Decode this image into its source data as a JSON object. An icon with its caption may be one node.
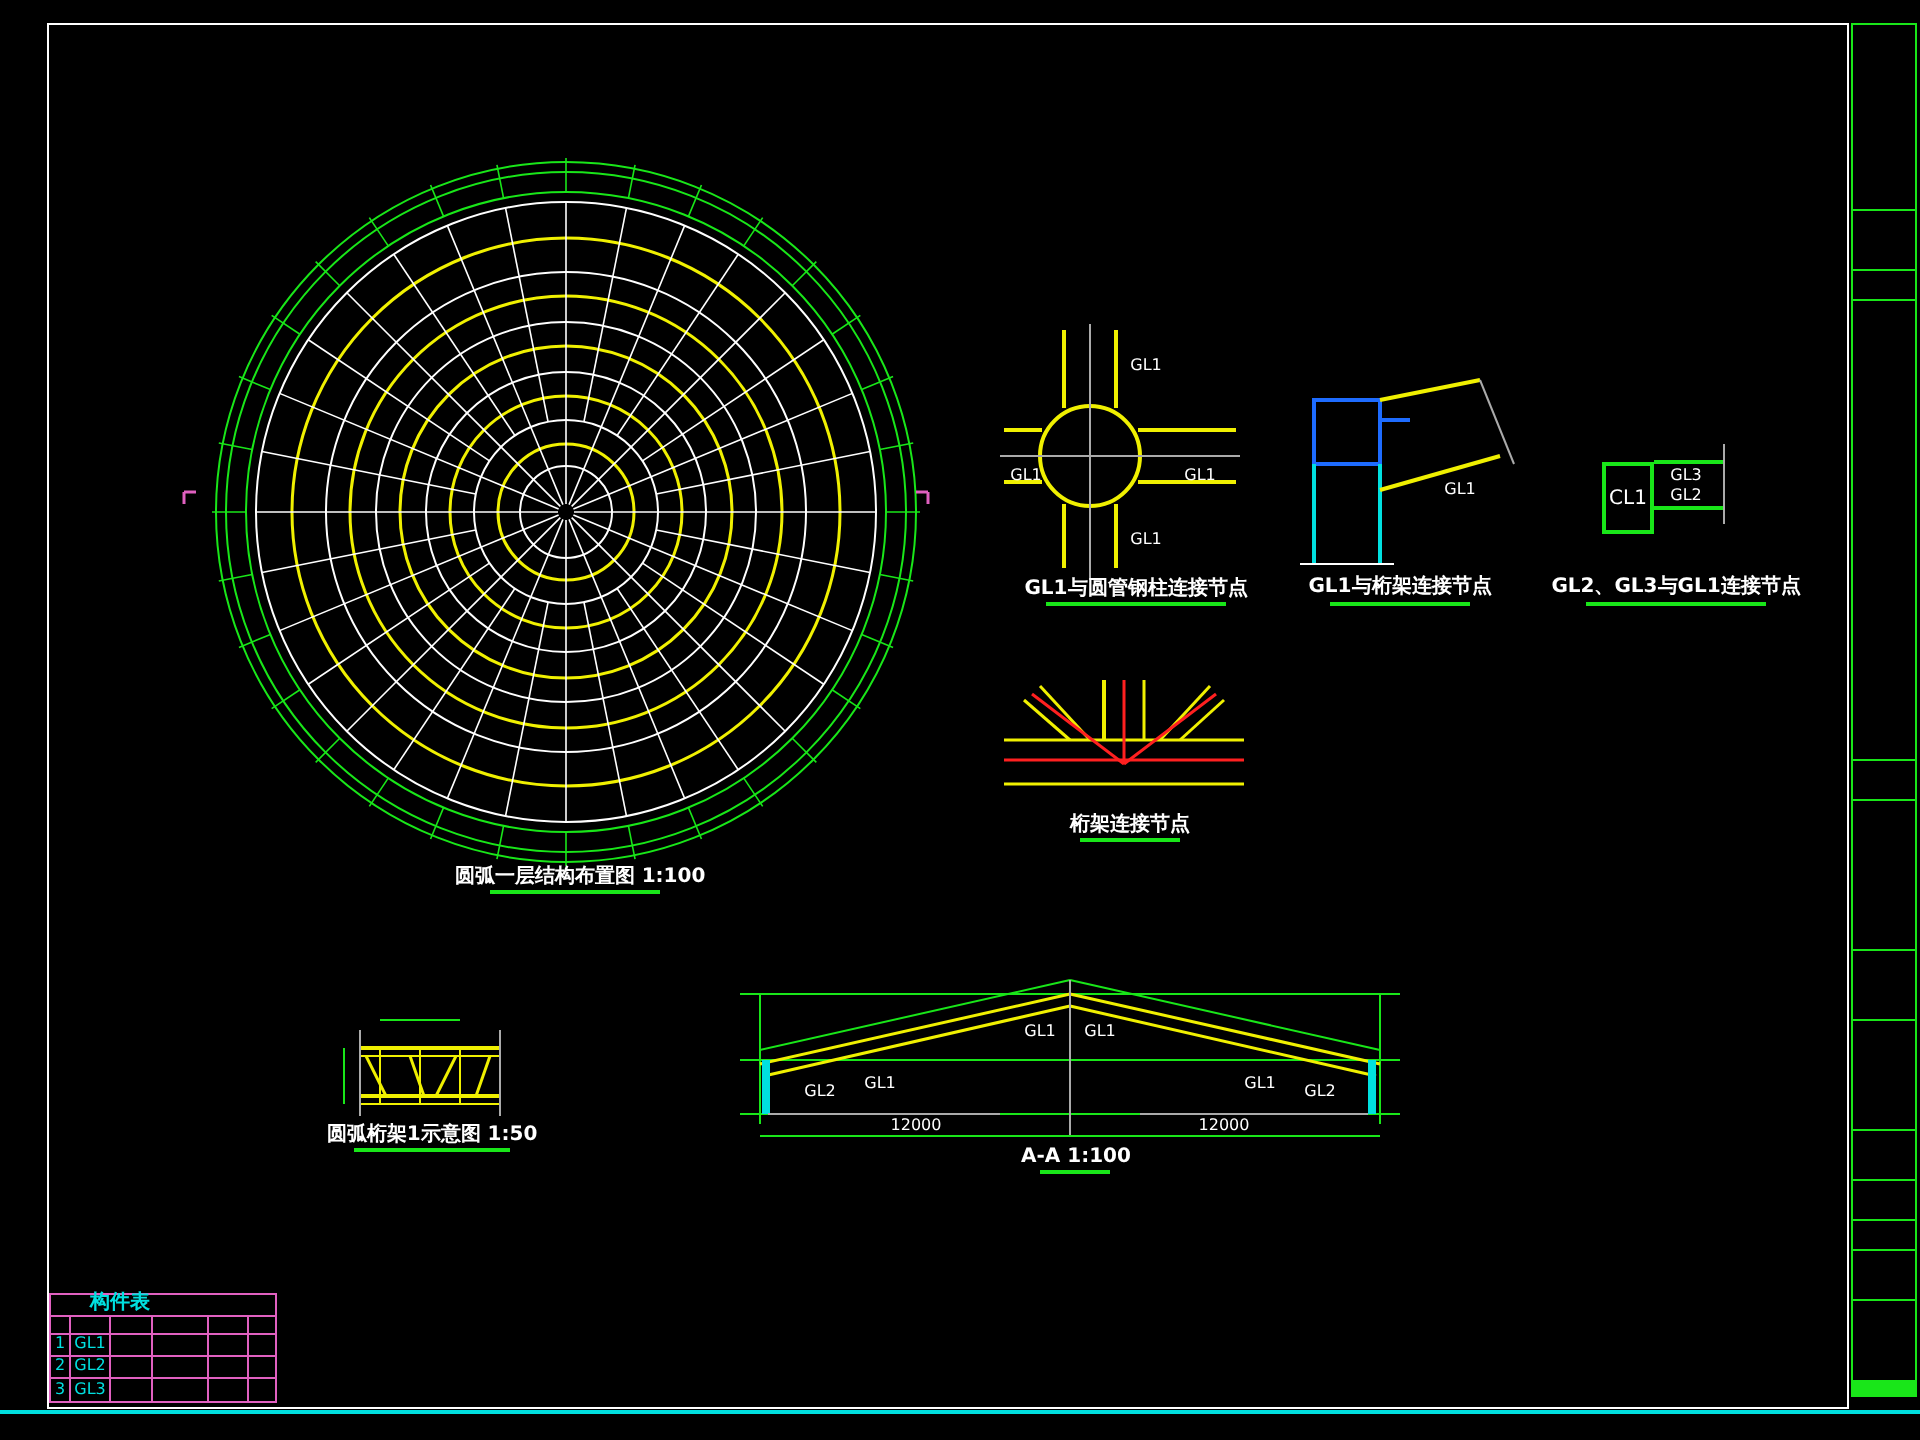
{
  "diagram": {
    "nodes": [
      {
        "text": [
          "CL1"
        ]
      }
    ],
    "labels": [
      "GL1",
      "GL1",
      "GL1",
      "GL1",
      "GL1与圆管钢柱连接节点",
      "GL1",
      "GL1与桁架连接节点",
      "GL3",
      "GL2",
      "GL2、GL3与GL1连接节点",
      "桁架连接节点",
      "圆弧一层结构布置图 1:100",
      "圆弧桁架1示意图 1:50",
      "GL1",
      "GL1",
      "GL2",
      "GL2",
      "GL1",
      "GL1",
      "12000",
      "12000",
      "A-A 1:100",
      "构件表",
      "1",
      "GL1",
      "2",
      "GL2",
      "3",
      "GL3"
    ]
  }
}
